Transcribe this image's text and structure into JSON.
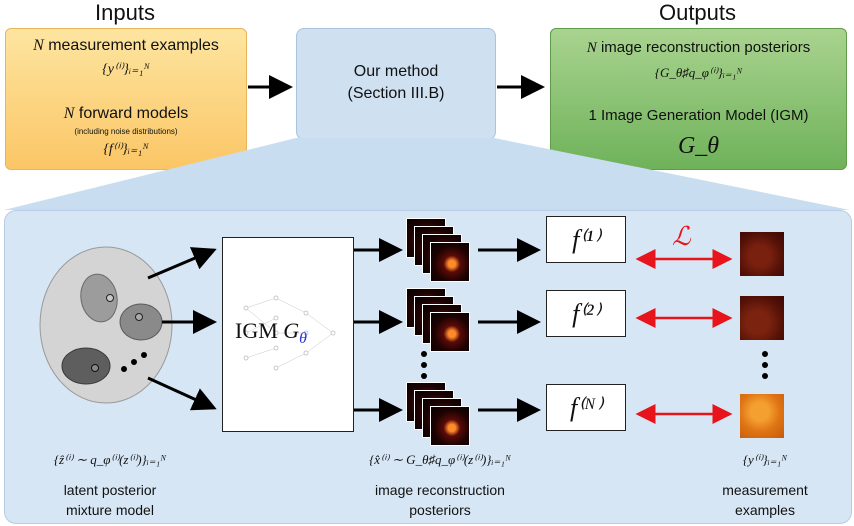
{
  "inputs": {
    "heading": "Inputs",
    "n1": "N",
    "measurement_examples": "measurement examples",
    "y_set": "{y⁽ⁱ⁾}ᵢ₌₁ᴺ",
    "n2": "N",
    "forward_models": "forward models",
    "noise_note": "(including noise distributions)",
    "f_set": "{f⁽ⁱ⁾}ᵢ₌₁ᴺ"
  },
  "method": {
    "line1": "Our method",
    "line2": "(Section III.B)"
  },
  "outputs": {
    "heading": "Outputs",
    "n": "N",
    "posteriors_label": "image reconstruction posteriors",
    "posteriors_set": "{G_θ♯q_φ⁽ⁱ⁾}ᵢ₌₁ᴺ",
    "one": "1",
    "igm_label": "Image Generation Model (IGM)",
    "g_theta": "G_θ"
  },
  "panel": {
    "igm_text": "IGM",
    "igm_g": "G",
    "igm_theta": "θ",
    "f1": "f⁽¹⁾",
    "f2": "f⁽²⁾",
    "fN": "f⁽ᴺ⁾",
    "loss": "ℒ",
    "latent_formula": "{ẑ⁽ⁱ⁾ ∼ q_φ⁽ⁱ⁾(z⁽ⁱ⁾)}ᵢ₌₁ᴺ",
    "latent_caption_1": "latent posterior",
    "latent_caption_2": "mixture model",
    "recon_formula": "{x̂⁽ⁱ⁾ ∼ G_θ♯q_φ⁽ⁱ⁾(z⁽ⁱ⁾)}ᵢ₌₁ᴺ",
    "recon_caption_1": "image reconstruction",
    "recon_caption_2": "posteriors",
    "meas_formula": "{y⁽ⁱ⁾}ᵢ₌₁ᴺ",
    "meas_caption_1": "measurement",
    "meas_caption_2": "examples"
  },
  "colors": {
    "input_box": "#fbc666",
    "method_box": "#cfe0f1",
    "output_box": "#6fb25a",
    "panel": "#d6e6f4",
    "loss_red": "#e8141c",
    "phi_blue": "#2233dd",
    "arrow": "#000000"
  }
}
